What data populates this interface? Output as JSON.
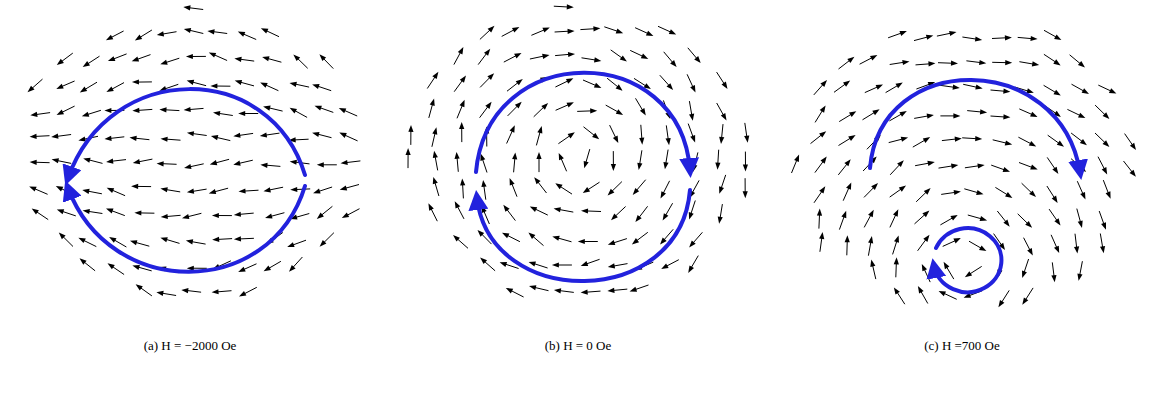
{
  "diagram": {
    "labels": [
      "(a) H = −2000 Oe",
      "(b) H = 0 Oe",
      "(c) H =700 Oe"
    ]
  }
}
